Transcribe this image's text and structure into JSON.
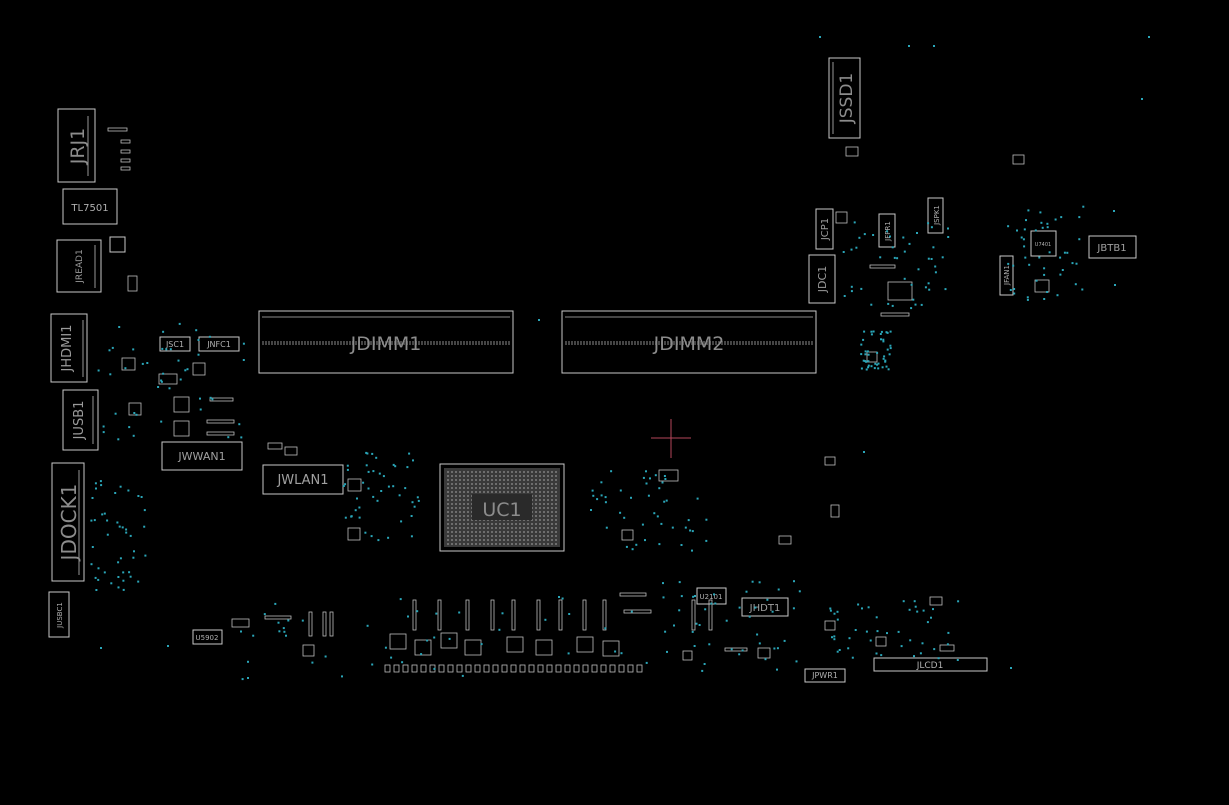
{
  "colors": {
    "background": "#000000",
    "outline": "#c8c8c8",
    "label": "#9a9a9a",
    "via": "#2aa6b8",
    "cursor": "#b5465a"
  },
  "components": {
    "jrj1": "JRJ1",
    "tl7501": "TL7501",
    "jread1": "JREAD1",
    "jhdmi1": "JHDMI1",
    "jsc1": "JSC1",
    "jnfc1": "JNFC1",
    "jusb1": "JUSB1",
    "jwwan1": "JWWAN1",
    "jwlan1": "JWLAN1",
    "jdock1": "JDOCK1",
    "jusbc1": "JUSBC1",
    "u5902": "U5902",
    "jdimm1": "JDIMM1",
    "jdimm2": "JDIMM2",
    "uc1": "UC1",
    "jssd1": "JSSD1",
    "jcp1": "JCP1",
    "jdc1": "JDC1",
    "jfpr1": "JFPR1",
    "jspk1": "JSPK1",
    "jfan1": "JFAN1",
    "jbtb1": "JBTB1",
    "u2101": "U2101",
    "jhdt1": "JHDT1",
    "jpwr1": "JPWR1",
    "jlcd1": "JLCD1",
    "u7401": "U7401"
  }
}
